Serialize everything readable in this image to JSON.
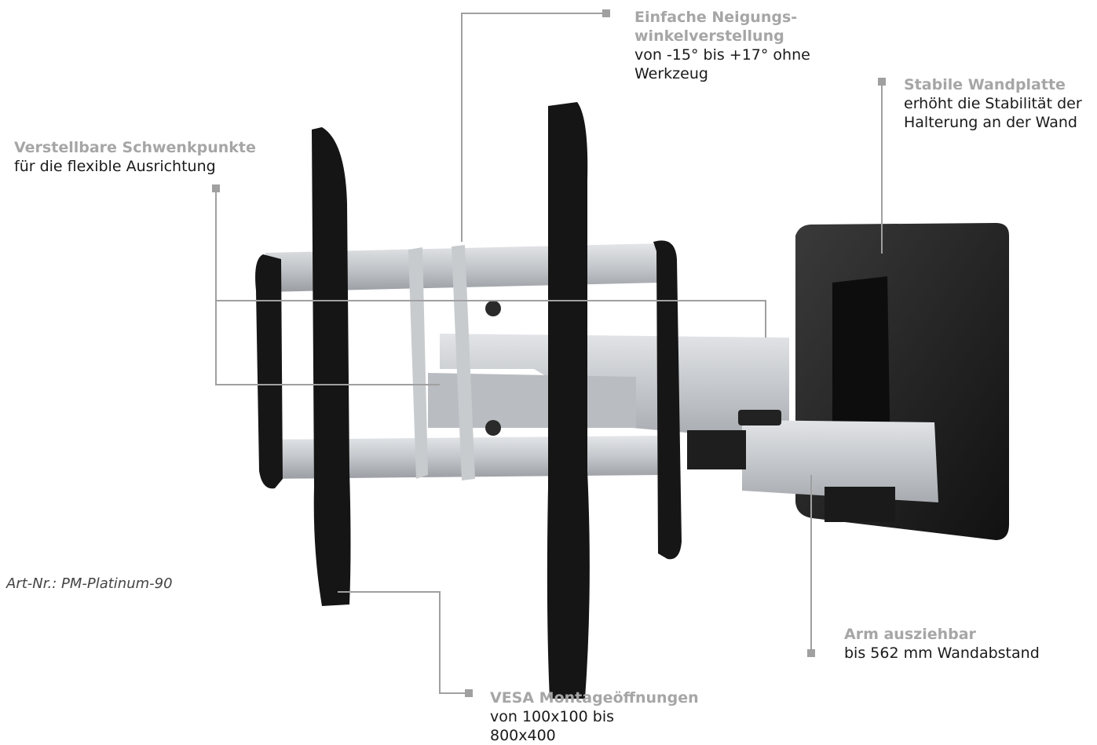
{
  "callouts": {
    "tilt": {
      "title": "Einfache Neigungs- winkelverstellung",
      "title_l1": "Einfache Neigungs-",
      "title_l2": "winkelverstellung",
      "d1": "von  -15° bis +17° ohne",
      "d2": "Werkzeug"
    },
    "wallplate": {
      "title": "Stabile Wandplatte",
      "d1": "erhöht die Stabilität der",
      "d2": "Halterung an der Wand"
    },
    "pivots": {
      "title": "Verstellbare Schwenkpunkte",
      "d1": "für die flexible Ausrichtung"
    },
    "arm": {
      "title": "Arm ausziehbar",
      "d1": "bis 562 mm Wandabstand"
    },
    "vesa": {
      "title": "VESA Montageöffnungen",
      "d1": "von 100x100 bis",
      "d2": "800x400"
    }
  },
  "article_number": "Art-Nr.: PM-Platinum-90",
  "colors": {
    "leader": "#a0a0a0",
    "callout_title": "#a6a6a6",
    "metal_light": "#c9ccd0",
    "metal_dark": "#1c1c1c"
  }
}
